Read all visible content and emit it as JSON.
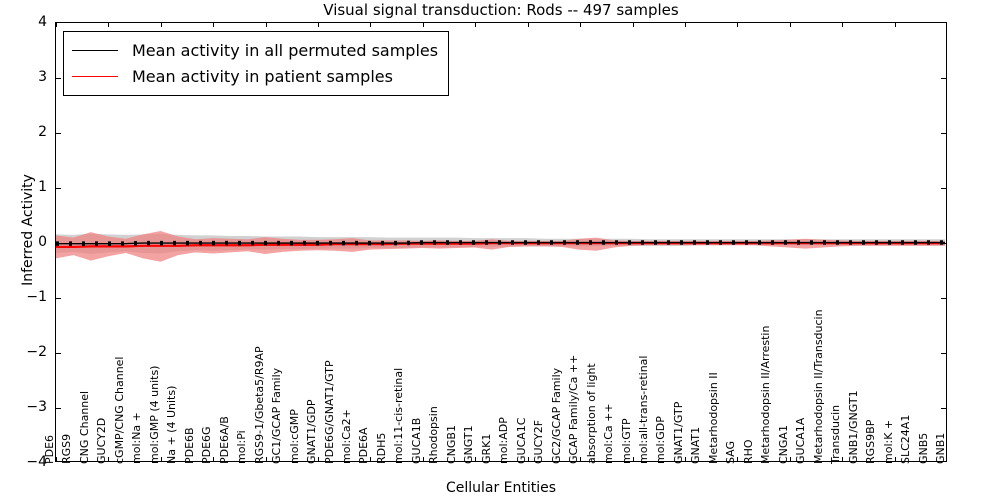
{
  "chart_data": {
    "type": "line",
    "title": "Visual signal transduction: Rods -- 497 samples",
    "xlabel": "Cellular Entities",
    "ylabel": "Inferred Activity",
    "ylim": [
      -4,
      4
    ],
    "yticks": [
      -4,
      -3,
      -2,
      -1,
      0,
      1,
      2,
      3,
      4
    ],
    "ytick_labels": [
      "−4",
      "−3",
      "−2",
      "−1",
      "0",
      "1",
      "2",
      "3",
      "4"
    ],
    "grid": false,
    "legend_position": "upper left",
    "legend": [
      {
        "label": "Mean activity in all permuted samples",
        "color": "#000000",
        "style": "solid-dotted"
      },
      {
        "label": "Mean activity in patient samples",
        "color": "#ff0000",
        "style": "solid"
      }
    ],
    "categories": [
      "PDE6",
      "RGS9",
      "CNG Channel",
      "GUCY2D",
      "cGMP/CNG Channel",
      "mol:Na +",
      "mol:GMP (4 units)",
      "Na + (4 Units)",
      "PDE6B",
      "PDE6G",
      "PDE6A/B",
      "mol:Pi",
      "RGS9-1/Gbeta5/R9AP",
      "GC1/GCAP Family",
      "mol:cGMP",
      "GNAT1/GDP",
      "PDE6G/GNAT1/GTP",
      "mol:Ca2+",
      "PDE6A",
      "RDH5",
      "mol:11-cis-retinal",
      "GUCA1B",
      "Rhodopsin",
      "CNGB1",
      "GNGT1",
      "GRK1",
      "mol:ADP",
      "GUCA1C",
      "GUCY2F",
      "GC2/GCAP Family",
      "GCAP Family/Ca ++",
      "absorption of light",
      "mol:Ca ++",
      "mol:GTP",
      "mol:all-trans-retinal",
      "mol:GDP",
      "GNAT1/GTP",
      "GNAT1",
      "Metarhodopsin II",
      "SAG",
      "RHO",
      "Metarhodopsin II/Arrestin",
      "CNGA1",
      "GUCA1A",
      "Metarhodopsin II/Transducin",
      "Transducin",
      "GNB1/GNGT1",
      "RGS9BP",
      "mol:K +",
      "SLC24A1",
      "GNB5",
      "GNB1"
    ],
    "series": [
      {
        "name": "Mean activity in all permuted samples",
        "color": "#000000",
        "values": [
          -0.03,
          -0.03,
          -0.03,
          -0.03,
          -0.03,
          -0.02,
          -0.02,
          -0.02,
          -0.02,
          -0.02,
          -0.02,
          -0.02,
          -0.02,
          -0.02,
          -0.02,
          -0.02,
          -0.02,
          -0.02,
          -0.02,
          -0.02,
          -0.02,
          -0.01,
          -0.01,
          -0.01,
          -0.01,
          -0.01,
          -0.01,
          -0.01,
          -0.01,
          -0.01,
          -0.01,
          -0.01,
          -0.01,
          -0.01,
          -0.01,
          -0.01,
          -0.01,
          -0.01,
          -0.01,
          -0.01,
          -0.01,
          -0.01,
          -0.01,
          -0.01,
          -0.01,
          -0.01,
          -0.01,
          -0.01,
          -0.01,
          -0.01,
          -0.01,
          -0.01
        ],
        "band_lower": [
          -0.2,
          -0.18,
          -0.22,
          -0.19,
          -0.17,
          -0.2,
          -0.21,
          -0.17,
          -0.15,
          -0.16,
          -0.15,
          -0.14,
          -0.14,
          -0.13,
          -0.13,
          -0.12,
          -0.12,
          -0.12,
          -0.11,
          -0.11,
          -0.11,
          -0.1,
          -0.1,
          -0.1,
          -0.09,
          -0.09,
          -0.09,
          -0.08,
          -0.08,
          -0.08,
          -0.08,
          -0.08,
          -0.07,
          -0.07,
          -0.07,
          -0.07,
          -0.07,
          -0.06,
          -0.06,
          -0.06,
          -0.06,
          -0.06,
          -0.06,
          -0.06,
          -0.06,
          -0.06,
          -0.06,
          -0.06,
          -0.06,
          -0.06,
          -0.06,
          -0.06
        ],
        "band_upper": [
          0.14,
          0.13,
          0.15,
          0.14,
          0.13,
          0.14,
          0.15,
          0.13,
          0.12,
          0.12,
          0.11,
          0.11,
          0.1,
          0.1,
          0.1,
          0.09,
          0.09,
          0.09,
          0.09,
          0.08,
          0.08,
          0.08,
          0.08,
          0.08,
          0.07,
          0.07,
          0.07,
          0.07,
          0.06,
          0.06,
          0.06,
          0.06,
          0.06,
          0.06,
          0.05,
          0.05,
          0.05,
          0.05,
          0.05,
          0.05,
          0.05,
          0.05,
          0.05,
          0.05,
          0.05,
          0.05,
          0.05,
          0.05,
          0.05,
          0.05,
          0.05,
          0.05
        ]
      },
      {
        "name": "Mean activity in patient samples",
        "color": "#ff0000",
        "values": [
          -0.09,
          -0.09,
          -0.08,
          -0.08,
          -0.08,
          -0.07,
          -0.07,
          -0.07,
          -0.06,
          -0.06,
          -0.06,
          -0.06,
          -0.05,
          -0.05,
          -0.05,
          -0.05,
          -0.04,
          -0.04,
          -0.04,
          -0.04,
          -0.03,
          -0.03,
          -0.03,
          -0.03,
          -0.03,
          -0.02,
          -0.02,
          -0.02,
          -0.02,
          -0.02,
          -0.02,
          -0.02,
          -0.02,
          -0.02,
          -0.02,
          -0.02,
          -0.02,
          -0.02,
          -0.02,
          -0.02,
          -0.02,
          -0.02,
          -0.02,
          -0.02,
          -0.02,
          -0.02,
          -0.02,
          -0.02,
          -0.02,
          -0.02,
          -0.02,
          -0.02
        ],
        "band_lower": [
          -0.3,
          -0.24,
          -0.34,
          -0.26,
          -0.2,
          -0.3,
          -0.36,
          -0.24,
          -0.19,
          -0.21,
          -0.19,
          -0.17,
          -0.22,
          -0.18,
          -0.16,
          -0.15,
          -0.16,
          -0.18,
          -0.14,
          -0.13,
          -0.12,
          -0.11,
          -0.12,
          -0.11,
          -0.1,
          -0.14,
          -0.09,
          -0.08,
          -0.08,
          -0.09,
          -0.14,
          -0.16,
          -0.1,
          -0.07,
          -0.06,
          -0.06,
          -0.06,
          -0.06,
          -0.06,
          -0.06,
          -0.06,
          -0.08,
          -0.1,
          -0.12,
          -0.1,
          -0.08,
          -0.07,
          -0.07,
          -0.07,
          -0.07,
          -0.07,
          -0.07
        ],
        "band_upper": [
          0.12,
          0.08,
          0.18,
          0.1,
          0.06,
          0.14,
          0.2,
          0.1,
          0.05,
          0.07,
          0.06,
          0.05,
          0.09,
          0.06,
          0.04,
          0.04,
          0.05,
          0.07,
          0.03,
          0.03,
          0.03,
          0.02,
          0.03,
          0.02,
          0.02,
          0.05,
          0.02,
          0.02,
          0.02,
          0.02,
          0.06,
          0.08,
          0.03,
          0.02,
          0.02,
          0.02,
          0.02,
          0.02,
          0.02,
          0.02,
          0.02,
          0.03,
          0.04,
          0.06,
          0.04,
          0.03,
          0.02,
          0.02,
          0.02,
          0.02,
          0.02,
          0.02
        ]
      }
    ]
  },
  "colors": {
    "permuted_line": "#000000",
    "permuted_band": "#9a9a9a",
    "patient_line": "#ff0000",
    "patient_band": "#f08080",
    "axis": "#000000",
    "background": "#ffffff"
  }
}
